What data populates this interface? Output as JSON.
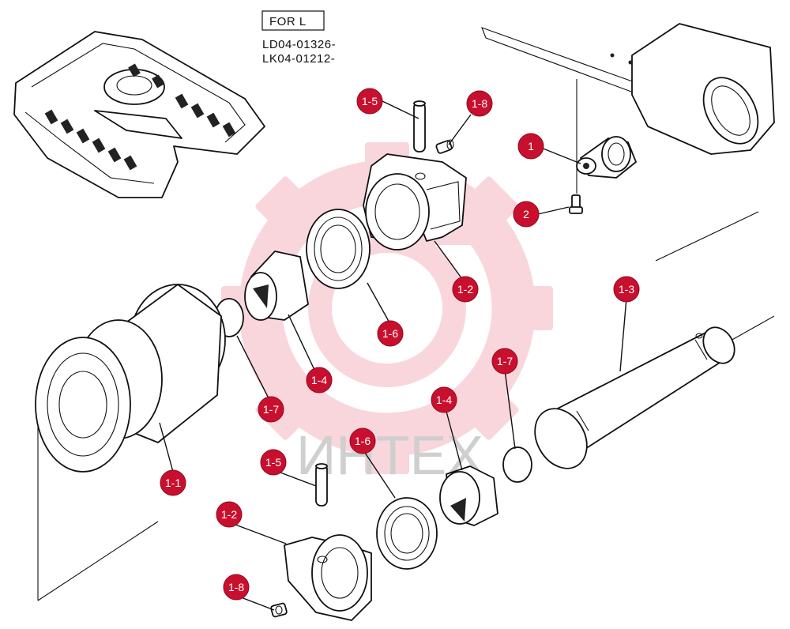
{
  "header": {
    "tag_label": "FOR L",
    "serial_lines": [
      "LD04-01326-",
      "LK04-01212-"
    ]
  },
  "watermark": {
    "text": "ИНТЕХ",
    "color": "#e84a5f"
  },
  "colors": {
    "callout_fill": "#c8102e",
    "callout_text": "#ffffff",
    "line": "#111111"
  },
  "callouts": [
    "1",
    "2",
    "1-1",
    "1-2",
    "1-2",
    "1-3",
    "1-4",
    "1-4",
    "1-5",
    "1-5",
    "1-6",
    "1-6",
    "1-7",
    "1-7",
    "1-8",
    "1-8"
  ]
}
